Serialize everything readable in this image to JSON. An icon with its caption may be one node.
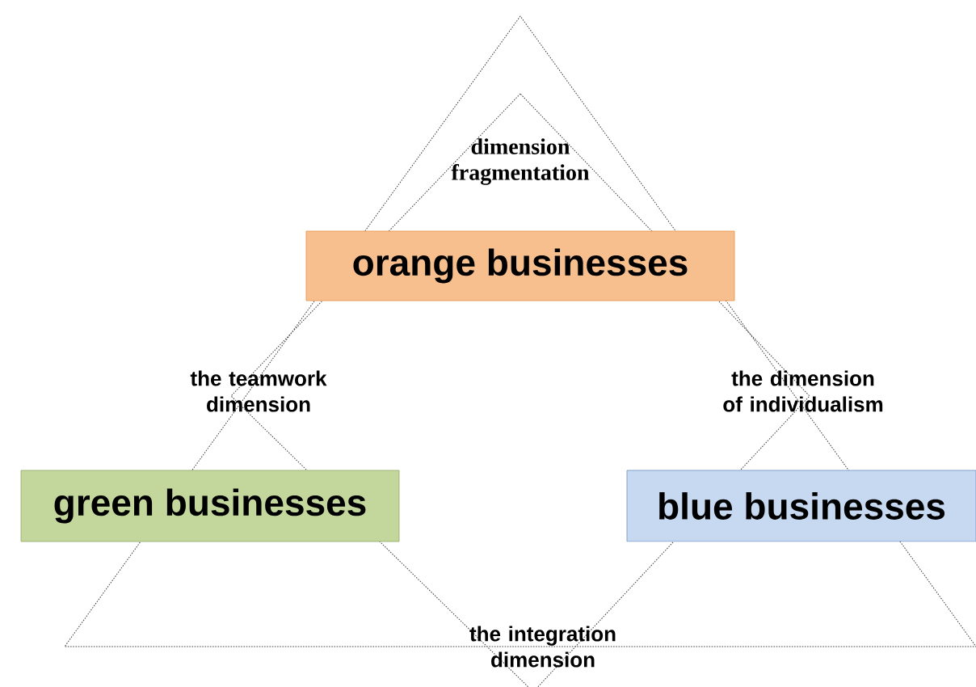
{
  "diagram": {
    "nodes": [
      {
        "text": [
          "orange businesses"
        ]
      },
      {
        "text": [
          "green businesses"
        ]
      },
      {
        "text": [
          "blue businesses"
        ]
      }
    ],
    "labels": [
      "dimension fragmentation",
      "the teamwork dimension",
      "the dimension of individualism",
      "the integration dimension"
    ]
  }
}
